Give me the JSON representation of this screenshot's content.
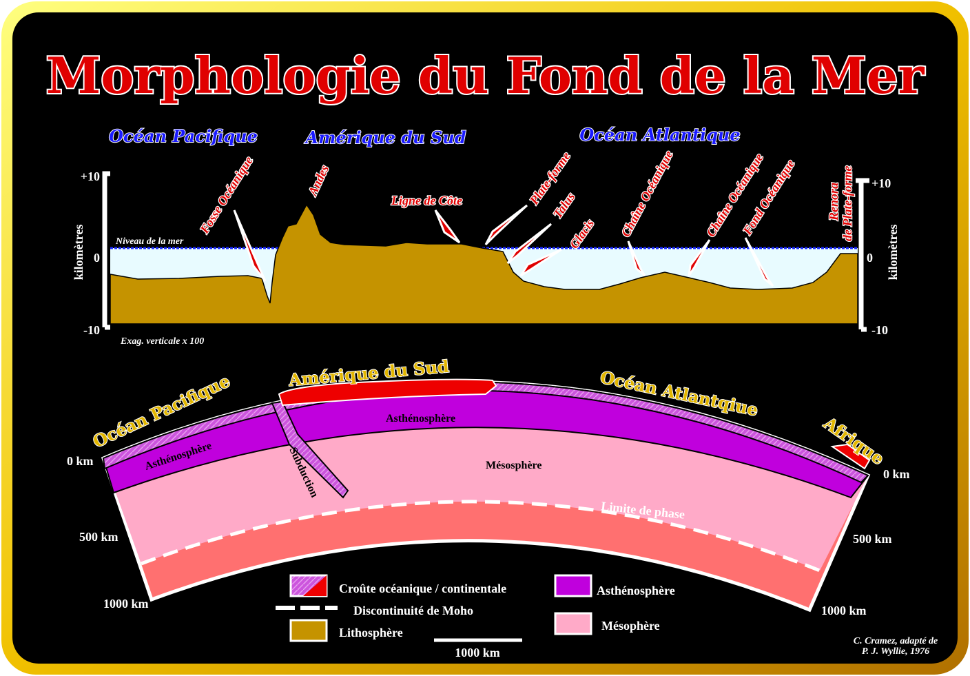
{
  "title": "Morphologie du Fond de la Mer",
  "profile": {
    "regions": [
      "Océan Pacifique",
      "Amérique du Sud",
      "Océan Atlantique"
    ],
    "features": [
      "Fosse Océanique",
      "Andes",
      "Ligne de Côte",
      "Plate-forme",
      "Talus",
      "Glacis",
      "Chaîne Océanique",
      "Chaîne Océanique",
      "Fond Océanique",
      "Renora",
      "de Plate-forme"
    ],
    "sea_level_label": "Niveau de la mer",
    "y_ticks": [
      "+10",
      "0",
      "-10"
    ],
    "y_label": "kilomètres",
    "exaggeration": "Exag. verticale x 100"
  },
  "section": {
    "regions": [
      "Océan Pacifique",
      "Amérique du Sud",
      "Océan Atlantqiue",
      "Afrique"
    ],
    "layers": [
      "Asthénosphère",
      "Asthénosphère",
      "Mésosphère",
      "Subduction",
      "Limite de phase"
    ],
    "depths_left": [
      "0 km",
      "500 km",
      "1000 km"
    ],
    "depths_right": [
      "0 km",
      "500 km",
      "1000 km"
    ]
  },
  "legend": {
    "crust": "Croûte océanique / continentale",
    "moho": "Discontinuité de Moho",
    "litho": "Lithosphère",
    "astheno": "Asthénosphère",
    "meso": "Mésophère",
    "scale": "1000 km"
  },
  "credit": [
    "C. Cramez, adapté de",
    "P. J. Wyllie, 1976"
  ],
  "colors": {
    "litho": "#c59300",
    "water": "#e8fbff",
    "crust": "#cc55dd",
    "astheno": "#c000dd",
    "meso": "#ffaac8",
    "deep": "#ff7070",
    "cont": "#ee0000"
  }
}
